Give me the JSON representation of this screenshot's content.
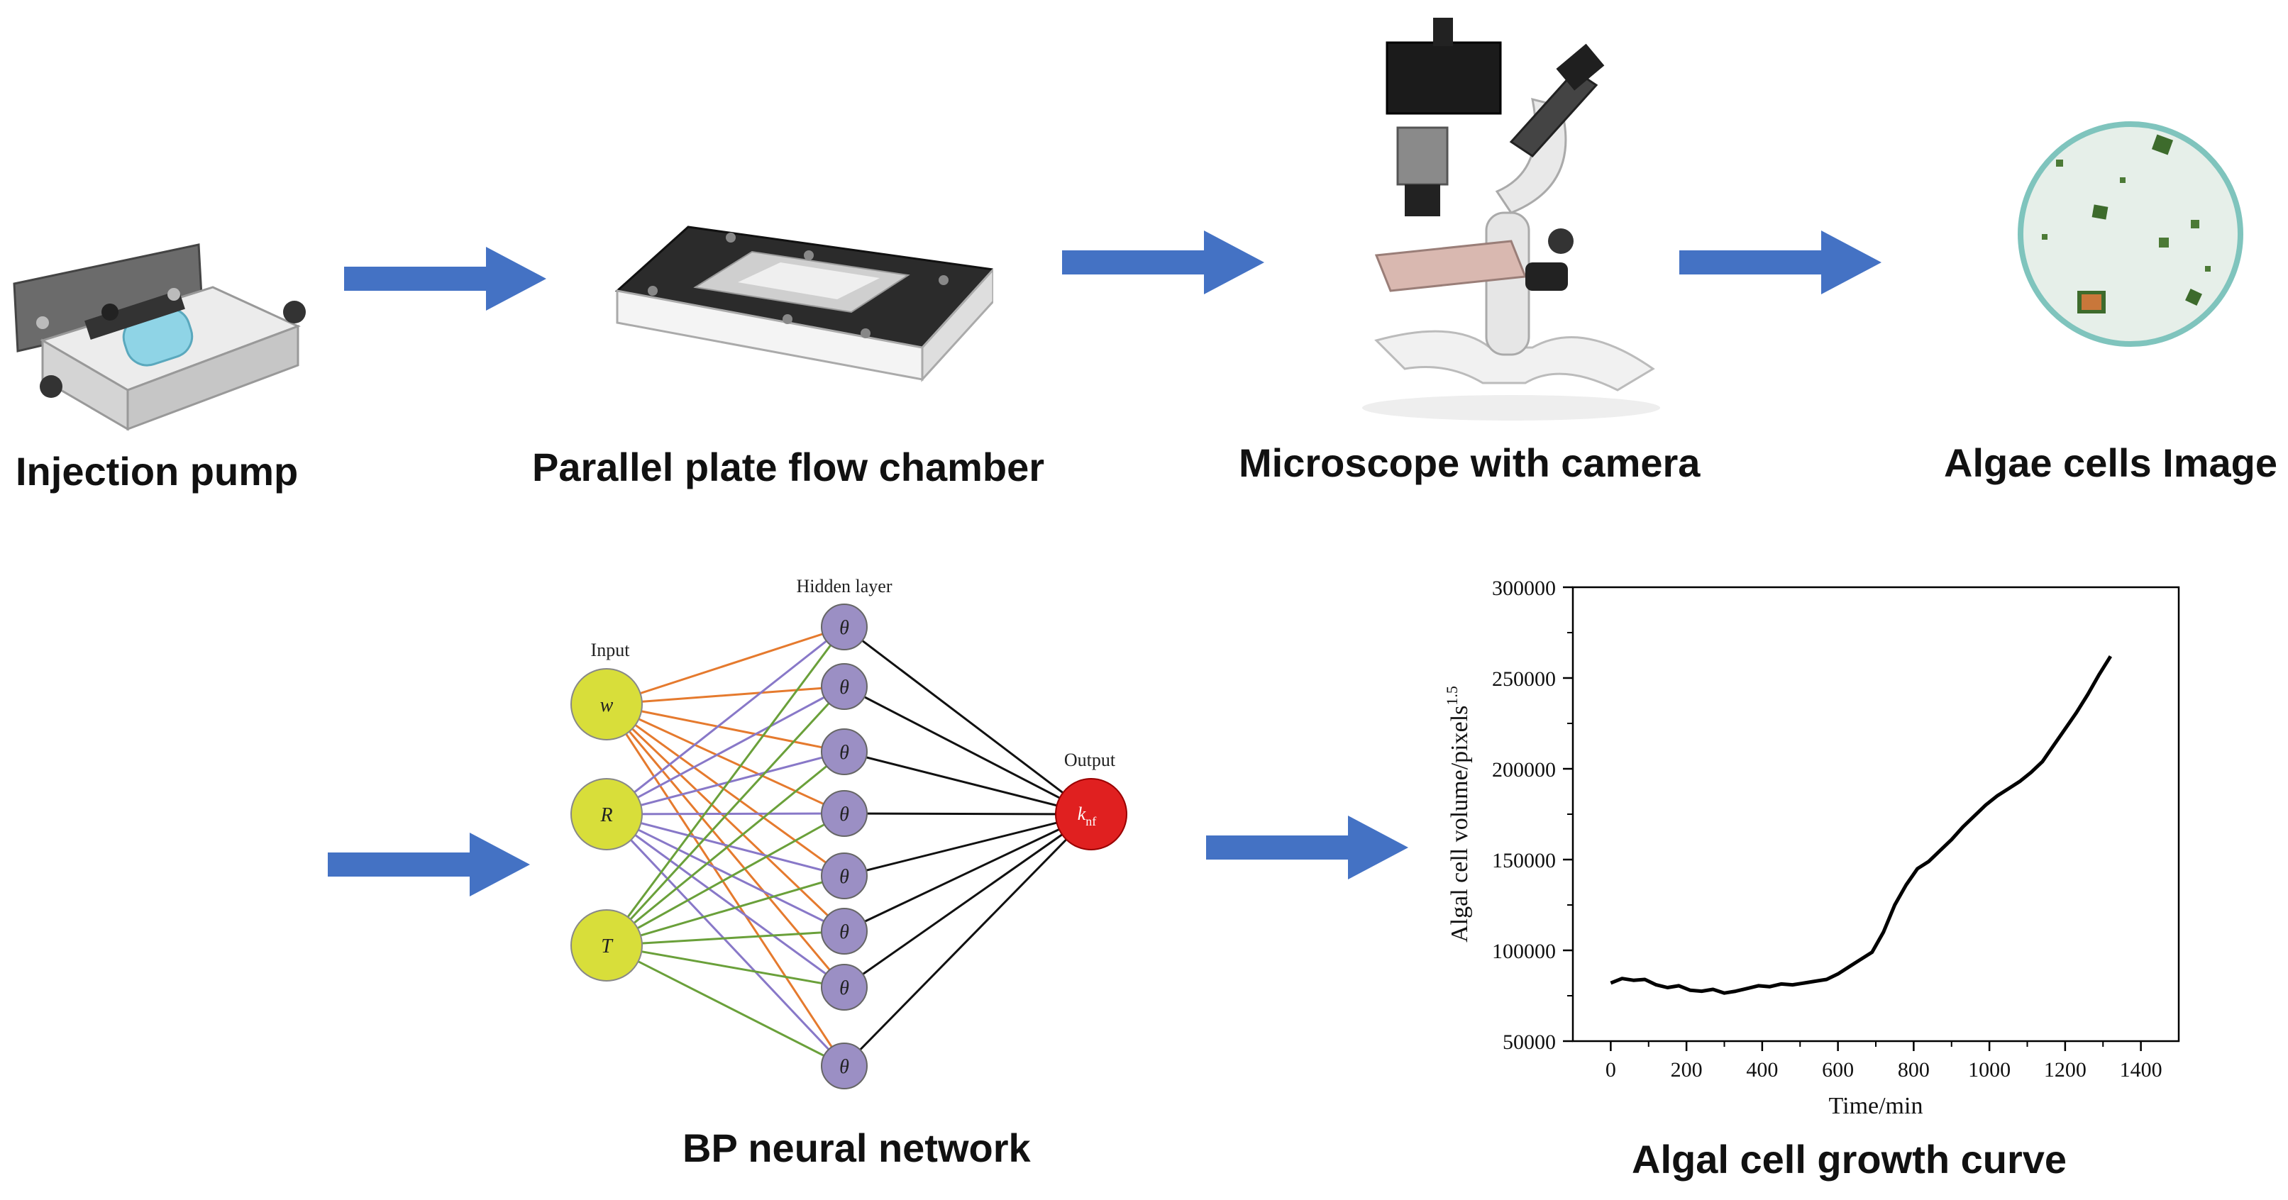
{
  "captions": {
    "injection_pump": "Injection pump",
    "flow_chamber": "Parallel plate flow chamber",
    "microscope": "Microscope with camera",
    "algae_image": "Algae cells Image",
    "bp_network": "BP neural network",
    "growth_curve": "Algal cell growth curve"
  },
  "network": {
    "input_title": "Input",
    "hidden_title": "Hidden layer",
    "output_title": "Output",
    "inputs": [
      "w",
      "R",
      "T"
    ],
    "hidden_symbol": "θ",
    "hidden_count": 8,
    "output_main": "k",
    "output_sub": "nf",
    "colors": {
      "input_fill": "#d8de3a",
      "hidden_fill": "#9b8fc4",
      "output_fill": "#e02020",
      "w_lines": "#e57a2e",
      "r_lines": "#8878c8",
      "t_lines": "#6aa03a",
      "out_lines": "#111111"
    }
  },
  "arrow_color": "#4472c4",
  "chart_data": {
    "type": "line",
    "xlabel": "Time/min",
    "ylabel": "Algal cell volume/pixels",
    "ylabel_sup": "1.5",
    "xlim": [
      -100,
      1500
    ],
    "ylim": [
      50000,
      300000
    ],
    "xticks": [
      0,
      200,
      400,
      600,
      800,
      1000,
      1200,
      1400
    ],
    "yticks": [
      50000,
      100000,
      150000,
      200000,
      250000,
      300000
    ],
    "series": [
      {
        "x": [
          0,
          30,
          60,
          90,
          120,
          150,
          180,
          210,
          240,
          270,
          300,
          330,
          360,
          390,
          420,
          450,
          480,
          510,
          540,
          570,
          600,
          630,
          660,
          690,
          720,
          750,
          780,
          810,
          840,
          870,
          900,
          930,
          960,
          990,
          1020,
          1050,
          1080,
          1110,
          1140,
          1170,
          1200,
          1230,
          1260,
          1290,
          1320
        ],
        "y": [
          82000,
          84500,
          83500,
          84000,
          81000,
          79500,
          80500,
          78000,
          77500,
          78500,
          76500,
          77500,
          79000,
          80500,
          80000,
          81500,
          81000,
          82000,
          83000,
          84000,
          87000,
          91000,
          95000,
          99000,
          110000,
          125000,
          136000,
          145000,
          149000,
          155000,
          161000,
          168000,
          174000,
          180000,
          185000,
          189000,
          193000,
          198000,
          204000,
          213000,
          222000,
          231000,
          241000,
          252000,
          262000
        ]
      }
    ]
  }
}
